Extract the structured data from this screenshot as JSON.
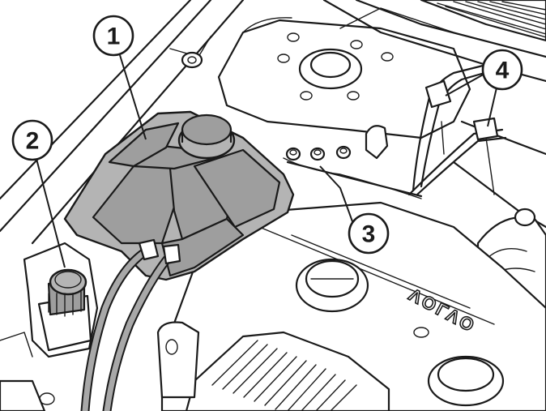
{
  "callouts": [
    {
      "id": "1",
      "label": "1"
    },
    {
      "id": "2",
      "label": "2"
    },
    {
      "id": "3",
      "label": "3"
    },
    {
      "id": "4",
      "label": "4"
    }
  ],
  "engine_cover_text": "VOLVO"
}
